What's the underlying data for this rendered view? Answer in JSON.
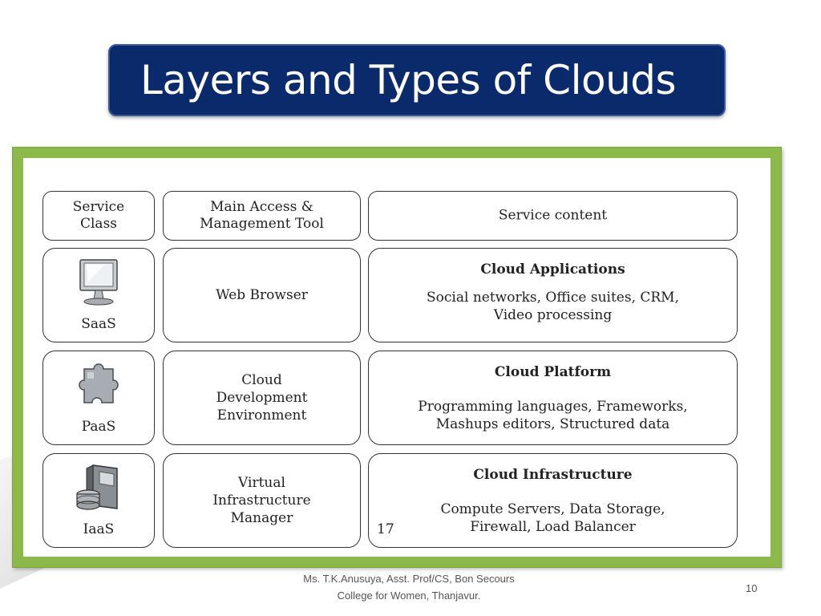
{
  "slide": {
    "title": "Layers and Types of Clouds",
    "page_number": "10",
    "footer": {
      "line1": "Ms. T.K.Anusuya, Asst. Prof/CS, Bon Secours",
      "line2": "College for Women, Thanjavur."
    }
  },
  "diagram": {
    "headers": {
      "col1_line1": "Service",
      "col1_line2": "Class",
      "col2_line1": "Main Access &",
      "col2_line2": "Management Tool",
      "col3": "Service content"
    },
    "rows": [
      {
        "service_class": "SaaS",
        "icon": "monitor-icon",
        "access_tool_lines": [
          "Web Browser"
        ],
        "content_title": "Cloud Applications",
        "content_lines": [
          "Social networks, Office suites, CRM,",
          "Video processing"
        ]
      },
      {
        "service_class": "PaaS",
        "icon": "puzzle-icon",
        "access_tool_lines": [
          "Cloud",
          "Development",
          "Environment"
        ],
        "content_title": "Cloud Platform",
        "content_lines": [
          "Programming languages, Frameworks,",
          "Mashups editors, Structured data"
        ]
      },
      {
        "service_class": "IaaS",
        "icon": "server-icon",
        "access_tool_lines": [
          "Virtual",
          "Infrastructure",
          "Manager"
        ],
        "content_title": "Cloud Infrastructure",
        "content_lines": [
          "Compute Servers, Data Storage,",
          "Firewall, Load Balancer"
        ]
      }
    ],
    "figure_page": "17"
  }
}
